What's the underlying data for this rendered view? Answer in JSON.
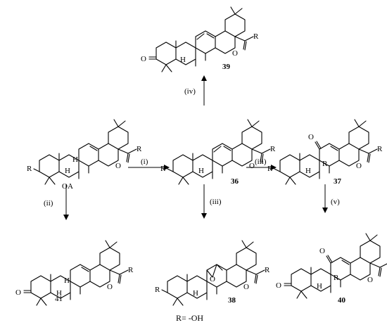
{
  "compounds": {
    "oa": {
      "label": "OA"
    },
    "c36": {
      "label": "36"
    },
    "c37": {
      "label": "37"
    },
    "c38": {
      "label": "38"
    },
    "c39": {
      "label": "39"
    },
    "c40": {
      "label": "40"
    },
    "c41": {
      "label": "41"
    }
  },
  "steps": {
    "i": "(i)",
    "ii": "(ii)",
    "iii_right": "(iii)",
    "iii_down": "(iii)",
    "iv": "(iv)",
    "v": "(v)"
  },
  "atoms": {
    "R": "R",
    "H": "H",
    "O": "O",
    "ketone_O": "O"
  },
  "legend": "R= -OH"
}
